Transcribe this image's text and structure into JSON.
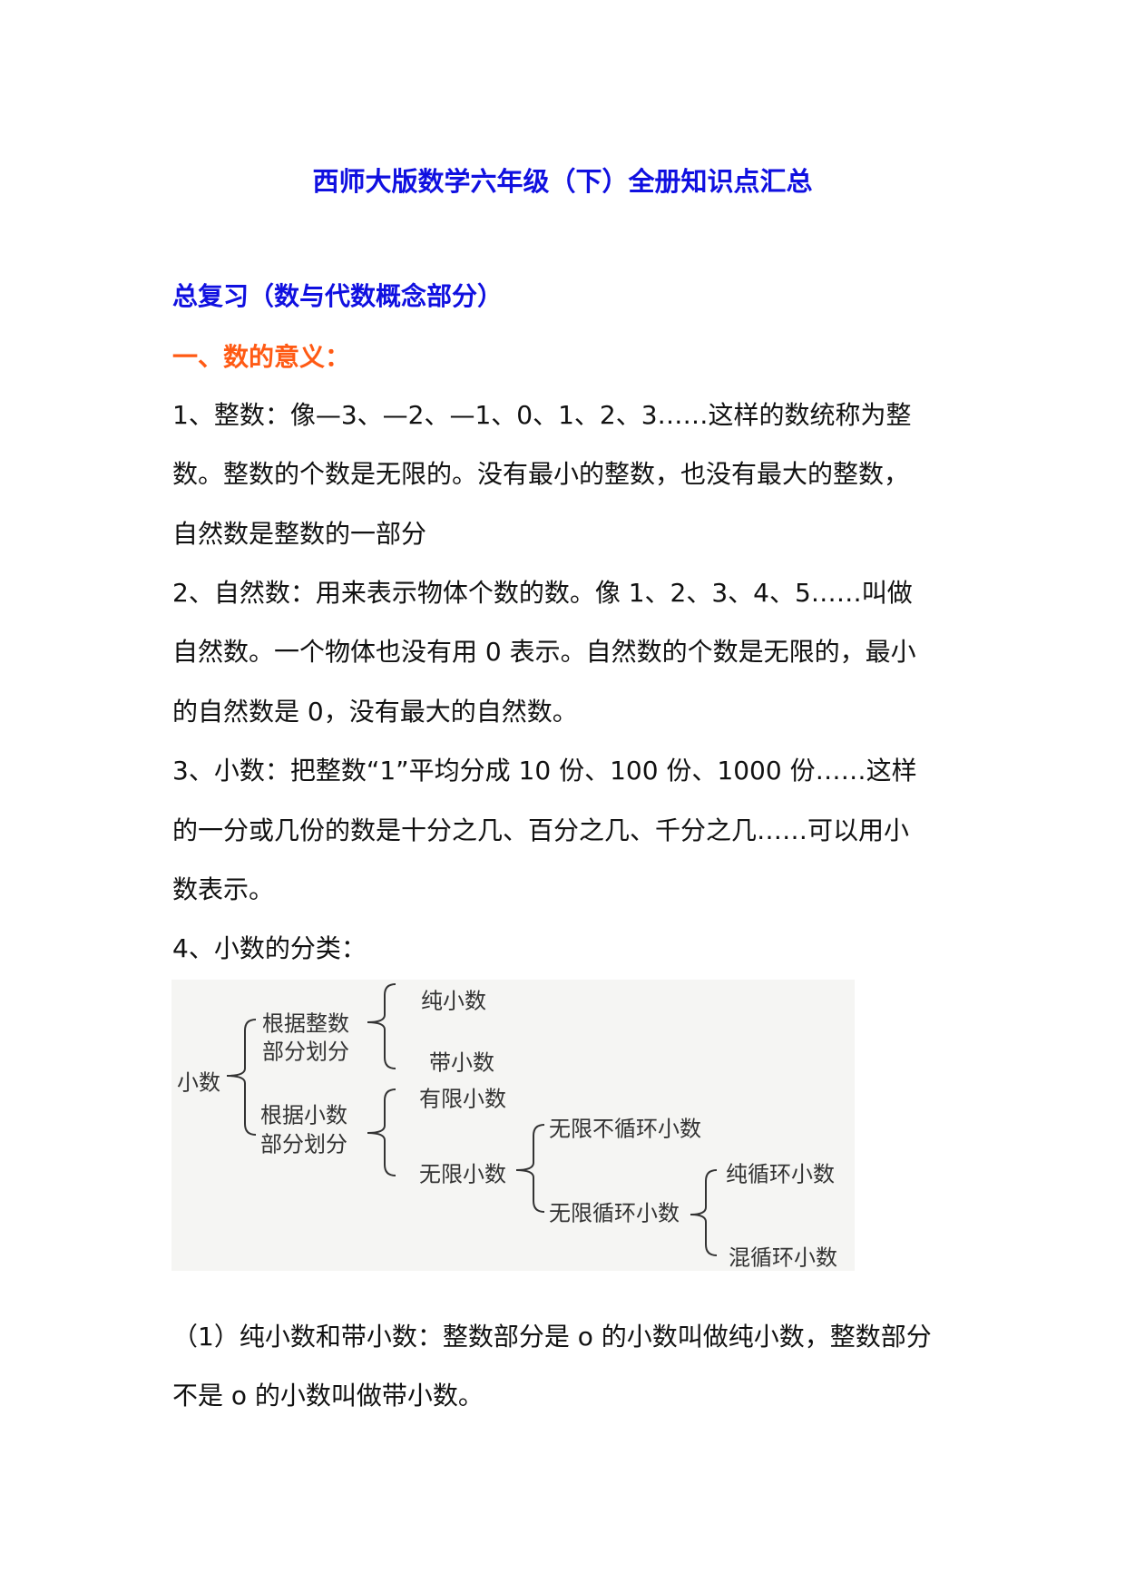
{
  "title": "西师大版数学六年级（下）全册知识点汇总",
  "section": "总复习（数与代数概念部分）",
  "subsection": "一、数的意义：",
  "lines": [
    "1、整数：像—3、—2、—1、0、1、2、3……这样的数统称为整",
    "数。整数的个数是无限的。没有最小的整数，也没有最大的整数，",
    "自然数是整数的一部分",
    "2、自然数：用来表示物体个数的数。像 1、2、3、4、5……叫做",
    "自然数。一个物体也没有用 0 表示。自然数的个数是无限的，最小",
    "的自然数是 0，没有最大的自然数。",
    "3、小数：把整数“1”平均分成 10 份、100 份、1000 份……这样",
    "的一分或几份的数是十分之几、百分之几、千分之几……可以用小",
    "数表示。",
    "4、小数的分类："
  ],
  "diagram": {
    "root": "小数",
    "by_integer_1": "根据整数",
    "by_integer_2": "部分划分",
    "pure": "纯小数",
    "mixed": "带小数",
    "by_decimal_1": "根据小数",
    "by_decimal_2": "部分划分",
    "finite": "有限小数",
    "infinite": "无限小数",
    "non_repeating": "无限不循环小数",
    "repeating": "无限循环小数",
    "pure_repeating": "纯循环小数",
    "mixed_repeating": "混循环小数"
  },
  "after_lines": [
    "（1）纯小数和带小数：整数部分是 o 的小数叫做纯小数，整数部分",
    "不是 o 的小数叫做带小数。"
  ],
  "colors": {
    "title": "#1010e0",
    "subsection": "#ff5a14"
  }
}
